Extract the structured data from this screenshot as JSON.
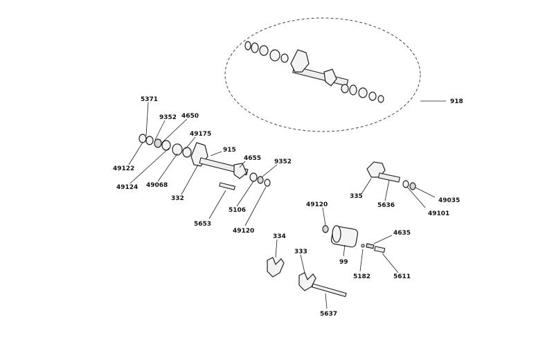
{
  "diagram": {
    "callouts": [
      {
        "id": "c918",
        "text": "918"
      },
      {
        "id": "c5371",
        "text": "5371"
      },
      {
        "id": "c9352a",
        "text": "9352"
      },
      {
        "id": "c4650",
        "text": "4650"
      },
      {
        "id": "c49175",
        "text": "49175"
      },
      {
        "id": "c915",
        "text": "915"
      },
      {
        "id": "c4655",
        "text": "4655"
      },
      {
        "id": "c9352b",
        "text": "9352"
      },
      {
        "id": "c49122",
        "text": "49122"
      },
      {
        "id": "c49124",
        "text": "49124"
      },
      {
        "id": "c49068",
        "text": "49068"
      },
      {
        "id": "c332",
        "text": "332"
      },
      {
        "id": "c5653",
        "text": "5653"
      },
      {
        "id": "c5106",
        "text": "5106"
      },
      {
        "id": "c49120a",
        "text": "49120"
      },
      {
        "id": "c335",
        "text": "335"
      },
      {
        "id": "c5636",
        "text": "5636"
      },
      {
        "id": "c49101",
        "text": "49101"
      },
      {
        "id": "c49035",
        "text": "49035"
      },
      {
        "id": "c49120b",
        "text": "49120"
      },
      {
        "id": "c4635",
        "text": "4635"
      },
      {
        "id": "c99",
        "text": "99"
      },
      {
        "id": "c5182",
        "text": "5182"
      },
      {
        "id": "c5611",
        "text": "5611"
      },
      {
        "id": "c334",
        "text": "334"
      },
      {
        "id": "c333",
        "text": "333"
      },
      {
        "id": "c5637",
        "text": "5637"
      }
    ]
  }
}
